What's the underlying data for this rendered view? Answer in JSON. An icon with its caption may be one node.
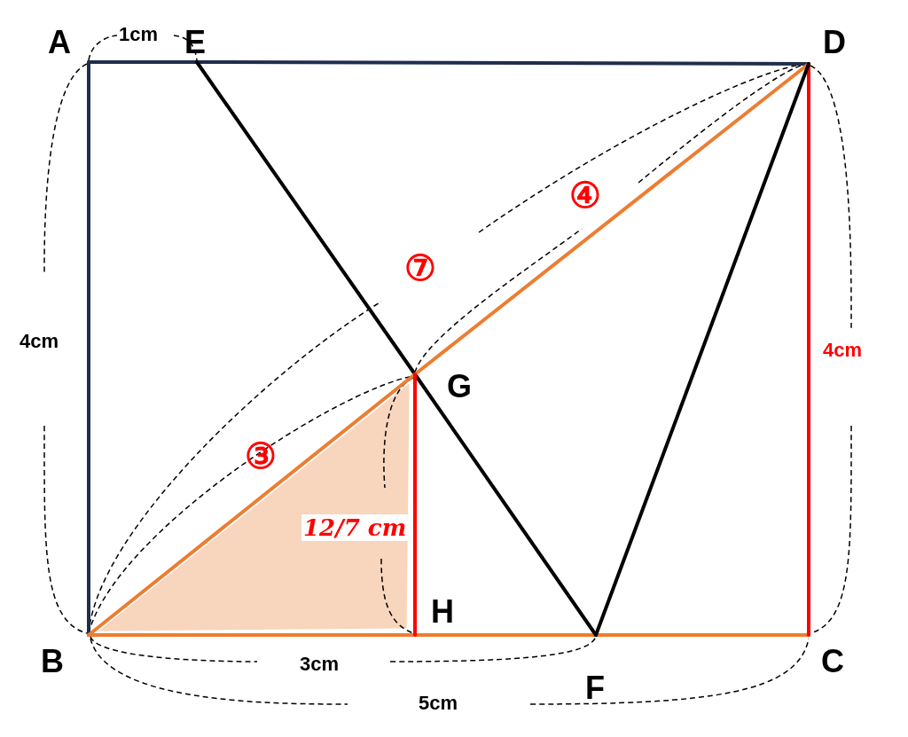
{
  "diagram": {
    "nodes": [
      {
        "text": [
          "A"
        ]
      },
      {
        "text": [
          "E"
        ]
      },
      {
        "text": [
          "D"
        ]
      },
      {
        "text": [
          "G"
        ]
      },
      {
        "text": [
          "B"
        ]
      },
      {
        "text": [
          "H"
        ]
      },
      {
        "text": [
          "F"
        ]
      },
      {
        "text": [
          "C"
        ]
      }
    ],
    "edges": [
      {
        "from": 0,
        "to": 1,
        "arrow": "none",
        "color": "#1f2d4f"
      },
      {
        "from": 1,
        "to": 2,
        "arrow": "none",
        "color": "#1f2d4f"
      },
      {
        "from": 0,
        "to": 4,
        "arrow": "none",
        "color": "#1f2d4f"
      },
      {
        "from": 4,
        "to": 5,
        "arrow": "none"
      },
      {
        "from": 5,
        "to": 6,
        "arrow": "none"
      },
      {
        "from": 6,
        "to": 7,
        "arrow": "none"
      },
      {
        "from": 7,
        "to": 2,
        "arrow": "none",
        "color": "#ff0000"
      },
      {
        "from": 1,
        "to": 3,
        "arrow": "none",
        "color": "#000000"
      },
      {
        "from": 3,
        "to": 6,
        "arrow": "none",
        "color": "#000000"
      },
      {
        "from": 4,
        "to": 3,
        "arrow": "none"
      },
      {
        "from": 3,
        "to": 2,
        "arrow": "none"
      },
      {
        "from": 2,
        "to": 6,
        "arrow": "none",
        "color": "#000000"
      },
      {
        "from": 3,
        "to": 5,
        "arrow": "none",
        "color": "#ff0000"
      }
    ],
    "labels": [
      "1cm",
      "4cm",
      "④",
      "⑦",
      "4cm",
      "③",
      "12/7 cm",
      "3cm",
      "5cm"
    ]
  }
}
